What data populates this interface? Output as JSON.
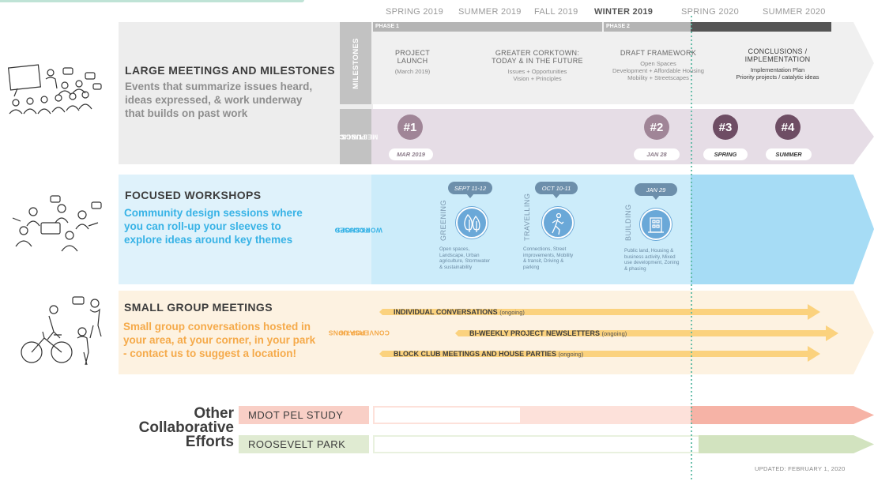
{
  "seasons": [
    "SPRING 2019",
    "SUMMER 2019",
    "FALL 2019",
    "WINTER 2019",
    "SPRING 2020",
    "SUMMER 2020"
  ],
  "phases": [
    "PHASE 1",
    "PHASE 2"
  ],
  "large": {
    "title": "LARGE MEETINGS AND MILESTONES",
    "desc": [
      "Events that summarize issues heard,",
      "ideas expressed, & work underway",
      "that builds on past work"
    ],
    "milestones_label": "MILESTONES",
    "milestones": [
      {
        "title": [
          "PROJECT",
          "LAUNCH"
        ],
        "sub": [
          "(March 2019)"
        ]
      },
      {
        "title": [
          "GREATER CORKTOWN:",
          "TODAY & IN THE FUTURE"
        ],
        "sub": [
          "Issues + Opportunities",
          "Vision + Principles"
        ]
      },
      {
        "title": [
          "DRAFT FRAMEWORK"
        ],
        "sub": [
          "Open Spaces",
          "Development + Affordable Housing",
          "Mobility + Streetscapes"
        ]
      },
      {
        "title": [
          "CONCLUSIONS /",
          "IMPLEMENTATION"
        ],
        "sub": [
          "Implementation Plan",
          "Priority projects / catalytic ideas"
        ]
      }
    ],
    "public_label": [
      "PUBLIC",
      "MEETINGS"
    ],
    "public": [
      {
        "num": "#1",
        "date": "MAR 2019"
      },
      {
        "num": "#2",
        "date": "JAN 28"
      },
      {
        "num": "#3",
        "date": "SPRING"
      },
      {
        "num": "#4",
        "date": "SUMMER"
      }
    ]
  },
  "workshops": {
    "title": "FOCUSED WORKSHOPS",
    "desc": [
      "Community design sessions where",
      "you can roll-up your sleeves to",
      "explore ideas around key themes"
    ],
    "label": [
      "FOCUSED",
      "WORKSHOPS"
    ],
    "items": [
      {
        "date": "SEPT 11-12",
        "theme": "GREENING",
        "icon": "tree-icon",
        "desc": [
          "Open spaces,",
          "Landscape, Urban",
          "agriculture, Stormwater",
          "& sustainability"
        ]
      },
      {
        "date": "OCT 10-11",
        "theme": "TRAVELLING",
        "icon": "walking-person-icon",
        "desc": [
          "Connections, Street",
          "improvements, Mobility",
          "& transit, Driving &",
          "parking"
        ]
      },
      {
        "date": "JAN 29",
        "theme": "BUILDING",
        "icon": "building-icon",
        "desc": [
          "Public land, Housing &",
          "business activity, Mixed",
          "use development, Zoning",
          "& phasing"
        ]
      }
    ]
  },
  "small": {
    "title": "SMALL GROUP MEETINGS",
    "desc": [
      "Small group conversations hosted in",
      "your area, at your corner, in your park",
      "- contact us to suggest a location!"
    ],
    "label": [
      "POP-UP",
      "CONVERSATIONS"
    ],
    "items": [
      {
        "text": "INDIVIDUAL CONVERSATIONS",
        "note": "(ongoing)"
      },
      {
        "text": "BI-WEEKLY PROJECT NEWSLETTERS",
        "note": "(ongoing)"
      },
      {
        "text": "BLOCK CLUB MEETINGS AND HOUSE PARTIES",
        "note": "(ongoing)"
      }
    ]
  },
  "other": {
    "title": [
      "Other",
      "Collaborative",
      "Efforts"
    ],
    "items": [
      "MDOT PEL STUDY",
      "ROOSEVELT PARK"
    ]
  },
  "updated": "UPDATED: FEBRUARY 1, 2020",
  "colors": {
    "gray_band": "#ededed",
    "label_gray": "#bdbdbd",
    "public_purple": "#e6dde6",
    "badge_purple": "#a08597",
    "badge_dark": "#6e4d64",
    "blue_band": "#dff2fb",
    "blue_label": "#38b3e6",
    "blue_arrow": "#a6dcf5",
    "orange_band": "#fdf2e1",
    "orange_label": "#f5aa4a",
    "orange_arrow": "#fbd27e",
    "pink": "#f9cfc6",
    "green": "#e0ebd2",
    "teal_line": "#5bb9a3"
  }
}
